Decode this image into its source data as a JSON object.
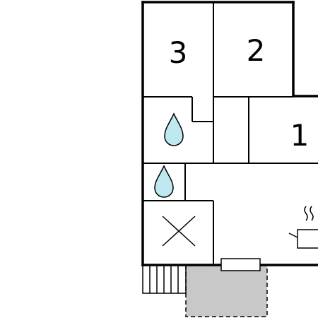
{
  "colors": {
    "background": "#ffffff",
    "wall": "#000000",
    "water": "#bfe9f0",
    "terrace": "#c8c8c8"
  },
  "rooms": [
    {
      "id": "bedroom-3",
      "label": "3"
    },
    {
      "id": "bedroom-2",
      "label": "2"
    },
    {
      "id": "bedroom-1",
      "label": "1"
    }
  ],
  "icons": {
    "water": "water-drop-icon",
    "kitchen": "cooking-pot-icon",
    "storage": "cross-icon"
  }
}
